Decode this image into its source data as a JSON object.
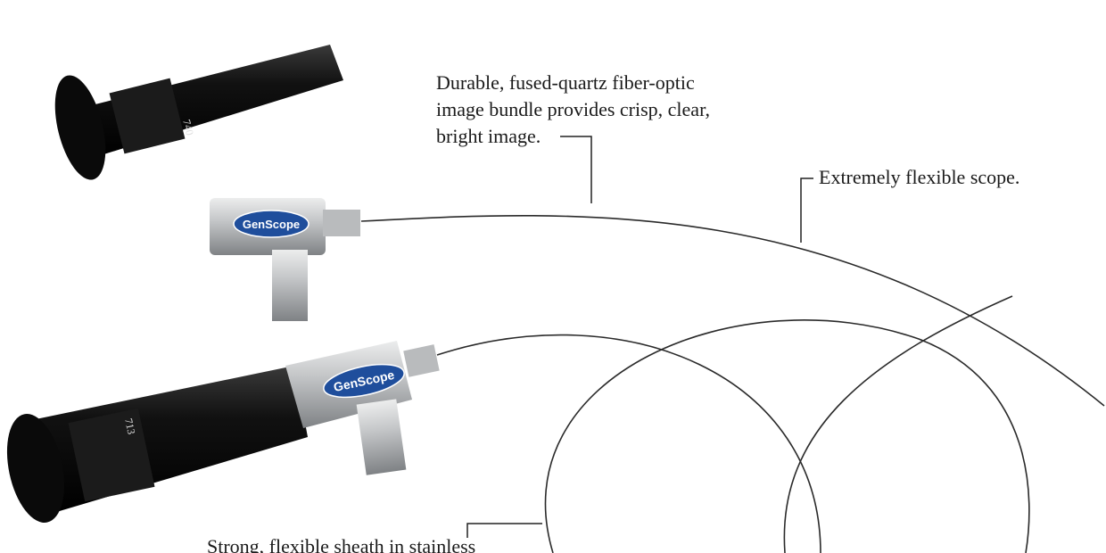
{
  "callouts": {
    "image_bundle": [
      "Durable, fused-quartz fiber-optic",
      "image bundle provides crisp, clear,",
      "bright image."
    ],
    "flexible": "Extremely flexible scope.",
    "sheath": "Strong, flexible sheath in stainless"
  },
  "product": {
    "logo_text": "GenScope",
    "eyepiece_marking_top": "740",
    "eyepiece_marking_bottom": "713"
  },
  "colors": {
    "logo_blue": "#1f4e9c",
    "logo_swoosh": "#9bd36a",
    "metal": "#c4c6c8",
    "body_black": "#111111"
  }
}
